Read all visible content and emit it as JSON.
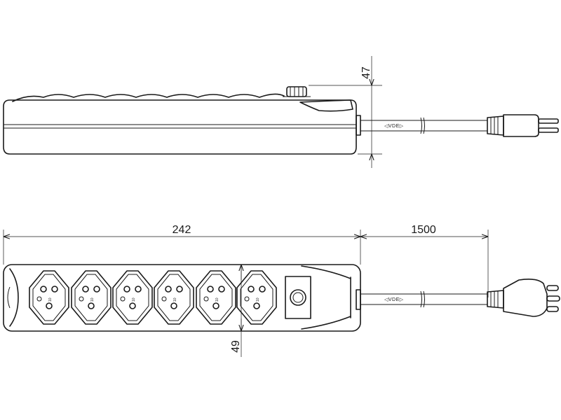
{
  "dimensions": {
    "height_side": "47",
    "length_strip": "242",
    "length_cord": "1500",
    "width_top": "49"
  },
  "cord_marking": "◁VDE▷",
  "socket_rating": "10",
  "socket_count": 6
}
